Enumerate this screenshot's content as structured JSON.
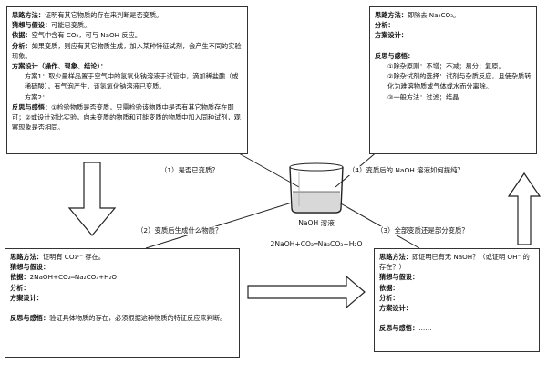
{
  "top_left": {
    "l1_k": "思路方法：",
    "l1_v": "证明有其它物质的存在来判断是否变质。",
    "l2_k": "猜想与假设：",
    "l2_v": "可能已变质。",
    "l3_k": "依据：",
    "l3_v": "空气中含有 CO₂，可与 NaOH 反应。",
    "l4_k": "分析：",
    "l4_v": "如果变质，则应有其它物质生成，加入某种特征试剂，会产生不同的实验现象。",
    "l5_k": "方案设计（操作、现象、结论）：",
    "l6": "方案1：取少量样品置于空气中的氢氧化钠溶液于试管中，滴加稀盐酸（或稀硫酸），有气泡产生，该氢氧化钠溶液已变质。",
    "l7": "方案2：……",
    "l8_k": "反思与感悟：",
    "l8_v": "①检验物质是否变质，只需检验该物质中是否有其它物质存在即可；②或设计对比实验，向未变质的物质和可能变质的物质中加入同种试剂，观察现象是否相同。"
  },
  "top_right": {
    "l1_k": "思路方法：",
    "l1_v": "即除去 Na₂CO₃。",
    "l2_k": "分析：",
    "l3_k": "方案设计：",
    "l4_k": "反思与感悟：",
    "l5": "①除杂原则：不增；不减；易分；复原。",
    "l6": "②除杂试剂的选择：试剂与杂质反应，且使杂质转化为难溶物质或气体或水而分离除。",
    "l7": "③一般方法：过滤；结晶……"
  },
  "bottom_left": {
    "l1_k": "思路方法：",
    "l1_v": "证明有 CO₃²⁻ 存在。",
    "l2_k": "猜想与假设：",
    "l3_k": "依据：",
    "l3_v": "2NaOH+CO₂═Na₂CO₃+H₂O",
    "l4_k": "分析：",
    "l5_k": "方案设计：",
    "l6_k": "反思与感悟：",
    "l6_v": "验证具体物质的存在，必须根据这种物质的特征反应来判断。"
  },
  "bottom_right": {
    "l1_k": "思路方法：",
    "l1_v": "即证明已有无 NaOH？（或证明 OH⁻ 的存在？）",
    "l2_k": "猜想与假设：",
    "l3_k": "依据：",
    "l4_k": "分析：",
    "l5_k": "方案设计：",
    "l6_k": "反思与感悟：",
    "l6_v": "……"
  },
  "center": {
    "beaker_label": "NaOH 溶液",
    "equation": "2NaOH+CO₂═Na₂CO₃+H₂O"
  },
  "labels": {
    "q1": "（1）是否已变质？",
    "q2": "（2）变质后生成什么物质？",
    "q3": "（3）全部变质还是部分变质？",
    "q4": "（4）变质后的 NaOH 溶液如何提纯？"
  }
}
